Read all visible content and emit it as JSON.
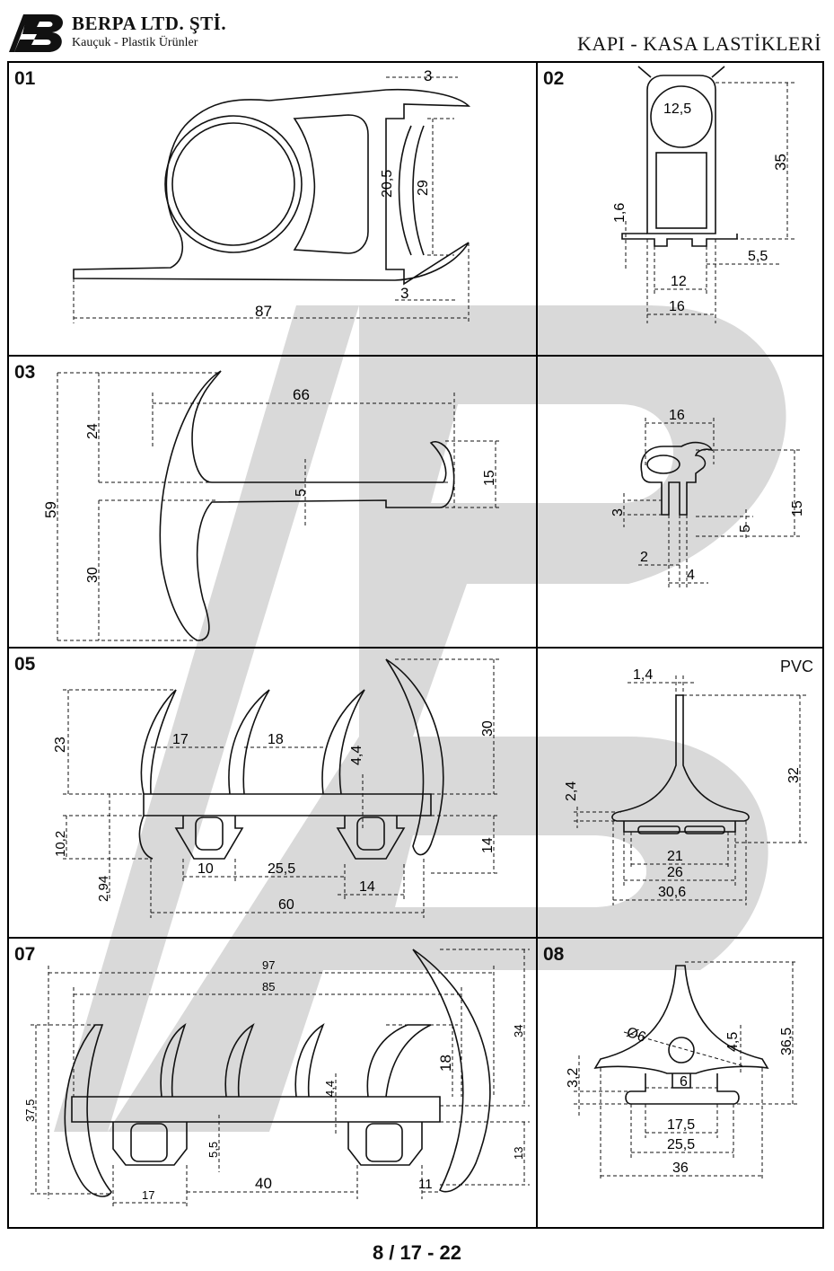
{
  "header": {
    "company": "BERPA LTD. ŞTİ.",
    "subtitle": "Kauçuk - Plastik Ürünler",
    "title": "KAPI - KASA LASTİKLERİ"
  },
  "panels": [
    {
      "number": "01",
      "note": "",
      "dims": [
        "3",
        "20,5",
        "29",
        "3",
        "87"
      ]
    },
    {
      "number": "02",
      "note": "",
      "dims": [
        "12,5",
        "35",
        "1,6",
        "5,5",
        "12",
        "16"
      ]
    },
    {
      "number": "03",
      "note": "",
      "dims": [
        "66",
        "24",
        "15",
        "5",
        "59",
        "30"
      ]
    },
    {
      "number": "",
      "note": "",
      "dims": [
        "16",
        "15",
        "3",
        "5",
        "2",
        "4"
      ]
    },
    {
      "number": "05",
      "note": "",
      "dims": [
        "23",
        "17",
        "18",
        "4,4",
        "30",
        "10,2",
        "14",
        "2,94",
        "10",
        "25,5",
        "14",
        "60"
      ]
    },
    {
      "number": "",
      "note": "PVC",
      "dims": [
        "1,4",
        "32",
        "2,4",
        "21",
        "26",
        "30,6"
      ]
    },
    {
      "number": "07",
      "note": "",
      "dims": [
        "97",
        "85",
        "34",
        "37,5",
        "18",
        "4,4",
        "5,5",
        "13",
        "17",
        "40",
        "11"
      ]
    },
    {
      "number": "08",
      "note": "",
      "dims": [
        "Ø6",
        "4,5",
        "36,5",
        "3,2",
        "6",
        "17,5",
        "25,5",
        "36"
      ]
    }
  ],
  "footer": {
    "page_number": "8 / 17 - 22"
  }
}
